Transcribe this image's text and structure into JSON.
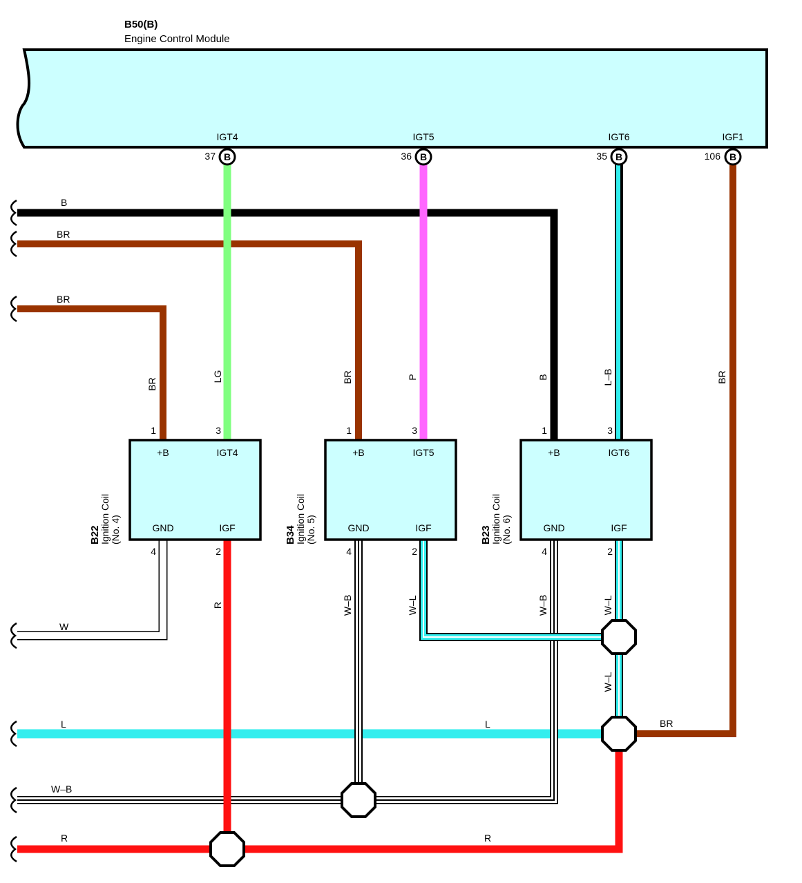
{
  "ecm": {
    "code": "B50(B)",
    "name": "Engine Control Module",
    "fill": "#ccffff",
    "terminals": [
      {
        "id": "igt4",
        "label": "IGT4",
        "pin": "37",
        "connector": "B"
      },
      {
        "id": "igt5",
        "label": "IGT5",
        "pin": "36",
        "connector": "B"
      },
      {
        "id": "igt6",
        "label": "IGT6",
        "pin": "35",
        "connector": "B"
      },
      {
        "id": "igf1",
        "label": "IGF1",
        "pin": "106",
        "connector": "B"
      }
    ]
  },
  "coils": [
    {
      "id": "b22",
      "code": "B22",
      "name": "Ignition Coil",
      "sub": "(No. 4)",
      "pins": {
        "b": "+B",
        "igt": "IGT4",
        "gnd": "GND",
        "igf": "IGF"
      },
      "pin_numbers": {
        "b": "1",
        "igt": "3",
        "gnd": "4",
        "igf": "2"
      },
      "wires": {
        "b": "BR",
        "igt": "LG",
        "gnd": "",
        "igf": "R"
      }
    },
    {
      "id": "b34",
      "code": "B34",
      "name": "Ignition Coil",
      "sub": "(No. 5)",
      "pins": {
        "b": "+B",
        "igt": "IGT5",
        "gnd": "GND",
        "igf": "IGF"
      },
      "pin_numbers": {
        "b": "1",
        "igt": "3",
        "gnd": "4",
        "igf": "2"
      },
      "wires": {
        "b": "BR",
        "igt": "P",
        "gnd": "W–B",
        "igf": "W–L"
      }
    },
    {
      "id": "b23",
      "code": "B23",
      "name": "Ignition Coil",
      "sub": "(No. 6)",
      "pins": {
        "b": "+B",
        "igt": "IGT6",
        "gnd": "GND",
        "igf": "IGF"
      },
      "pin_numbers": {
        "b": "1",
        "igt": "3",
        "gnd": "4",
        "igf": "2"
      },
      "wires": {
        "b": "B",
        "igt": "L–B",
        "gnd": "W–B",
        "igf": "W–L"
      }
    }
  ],
  "wire_labels": {
    "left_b": "B",
    "left_br_top": "BR",
    "left_br_mid": "BR",
    "left_w": "W",
    "left_l": "L",
    "mid_l": "L",
    "left_wb": "W–B",
    "left_r": "R",
    "mid_r": "R",
    "igf1_br": "BR",
    "junction_wl": "W–L",
    "igf1_vertical": "BR"
  },
  "colors": {
    "B": "#000000",
    "BR": "#993300",
    "LG": "#80ff80",
    "P": "#ff66ff",
    "L": "#33eeee",
    "R": "#ff1111",
    "W": "#ffffff",
    "outline": "#000000",
    "coil_fill": "#ccffff"
  }
}
